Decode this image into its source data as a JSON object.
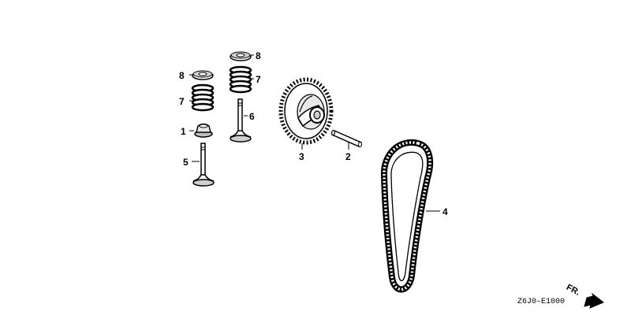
{
  "callouts": {
    "c1": "1",
    "c2": "2",
    "c3": "3",
    "c4": "4",
    "c5": "5",
    "c6": "6",
    "c7a": "7",
    "c7b": "7",
    "c8a": "8",
    "c8b": "8"
  },
  "diagram_code": "Z6J0–E1000",
  "direction_label": "FR."
}
